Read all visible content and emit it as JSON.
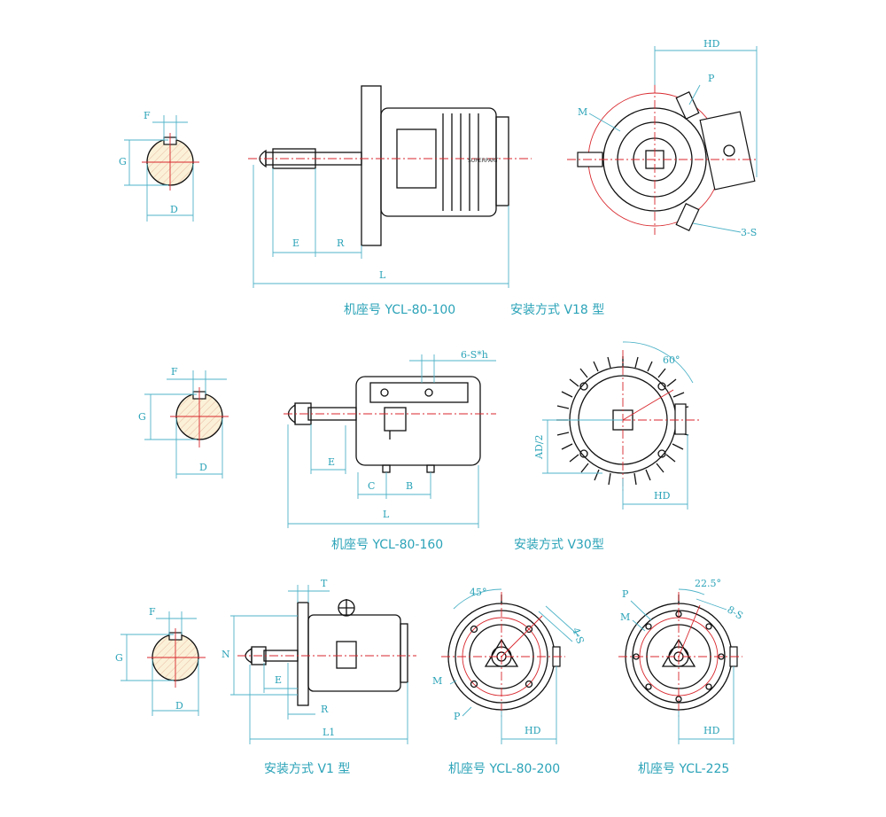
{
  "colors": {
    "dimension": "#4fb3c8",
    "centerline": "#d8262c",
    "outline": "#111111",
    "shaft_fill": "#fbf1d8"
  },
  "row1": {
    "shaft": {
      "F": "F",
      "G": "G",
      "D": "D"
    },
    "side": {
      "E": "E",
      "R": "R",
      "L": "L",
      "brand": "SUPERPART"
    },
    "end": {
      "HD": "HD",
      "P": "P",
      "M": "M",
      "S": "3-S"
    },
    "caption_frame": "机座号 YCL-80-100",
    "caption_mount": "安装方式 V18 型"
  },
  "row2": {
    "shaft": {
      "F": "F",
      "G": "G",
      "D": "D"
    },
    "side": {
      "hole": "6-S*h",
      "E": "E",
      "C": "C",
      "B": "B",
      "L": "L"
    },
    "end": {
      "angle": "60°",
      "AD": "AD/2",
      "HD": "HD"
    },
    "caption_frame": "机座号 YCL-80-160",
    "caption_mount": "安装方式 V30型"
  },
  "row3": {
    "shaft": {
      "F": "F",
      "G": "G",
      "D": "D"
    },
    "side": {
      "T": "T",
      "N": "N",
      "E": "E",
      "R": "R",
      "L1": "L1"
    },
    "end200": {
      "angle": "45°",
      "S": "4-S",
      "M": "M",
      "P": "P",
      "HD": "HD"
    },
    "end225": {
      "angle": "22.5°",
      "S": "8-S",
      "P": "P",
      "M": "M",
      "HD": "HD"
    },
    "caption_mount": "安装方式 V1 型",
    "caption_200": "机座号 YCL-80-200",
    "caption_225": "机座号 YCL-225"
  }
}
